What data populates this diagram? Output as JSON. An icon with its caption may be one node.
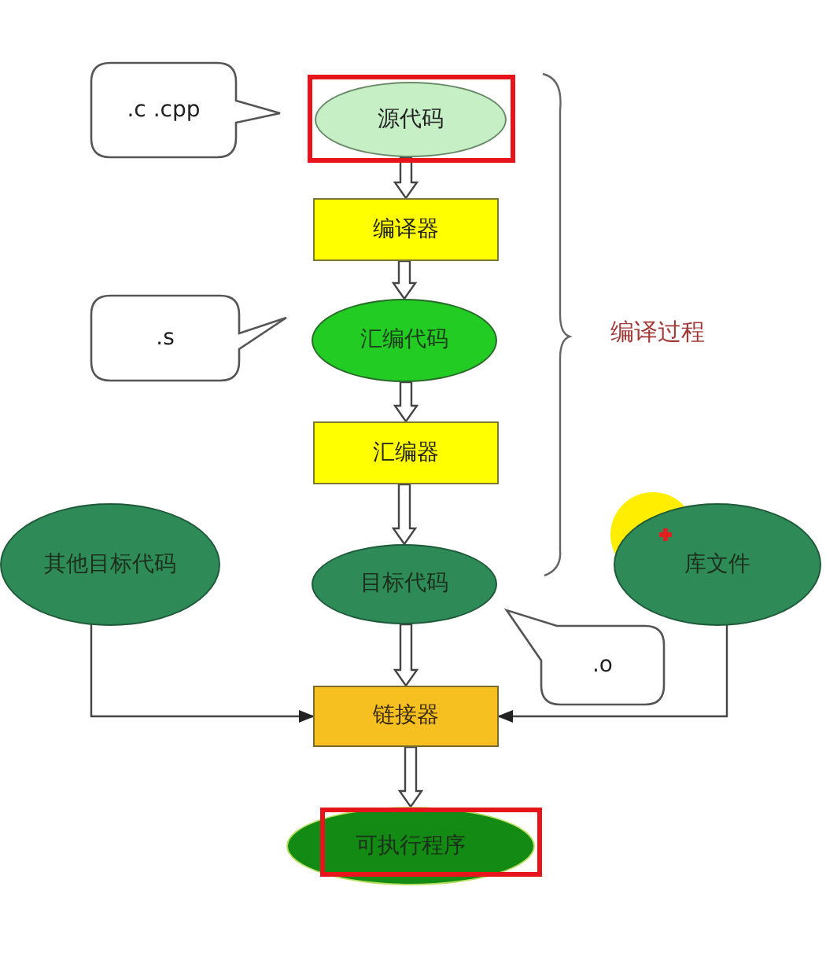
{
  "diagram": {
    "nodes": [
      {
        "text": [
          ".c .cpp"
        ]
      },
      {
        "text": [
          "源代码"
        ]
      },
      {
        "text": [
          "编译器"
        ]
      },
      {
        "text": [
          ".s"
        ]
      },
      {
        "text": [
          "汇编代码"
        ]
      },
      {
        "text": [
          "汇编器"
        ]
      },
      {
        "text": [
          "其他目标代码"
        ]
      },
      {
        "text": [
          "目标代码"
        ]
      },
      {
        "text": [
          "库文件"
        ]
      },
      {
        "text": [
          ".o"
        ]
      },
      {
        "text": [
          "链接器"
        ]
      },
      {
        "text": [
          "可执行程序"
        ]
      }
    ],
    "edges": [
      {
        "from": 1,
        "to": 2,
        "arrow": "to"
      },
      {
        "from": 2,
        "to": 4,
        "arrow": "to"
      },
      {
        "from": 4,
        "to": 5,
        "arrow": "to"
      },
      {
        "from": 5,
        "to": 7,
        "arrow": "to"
      },
      {
        "from": 7,
        "to": 10,
        "arrow": "to"
      },
      {
        "from": 6,
        "to": 10,
        "arrow": "to"
      },
      {
        "from": 8,
        "to": 10,
        "arrow": "to"
      },
      {
        "from": 10,
        "to": 11,
        "arrow": "to"
      }
    ],
    "labels": [
      "编译过程"
    ]
  }
}
